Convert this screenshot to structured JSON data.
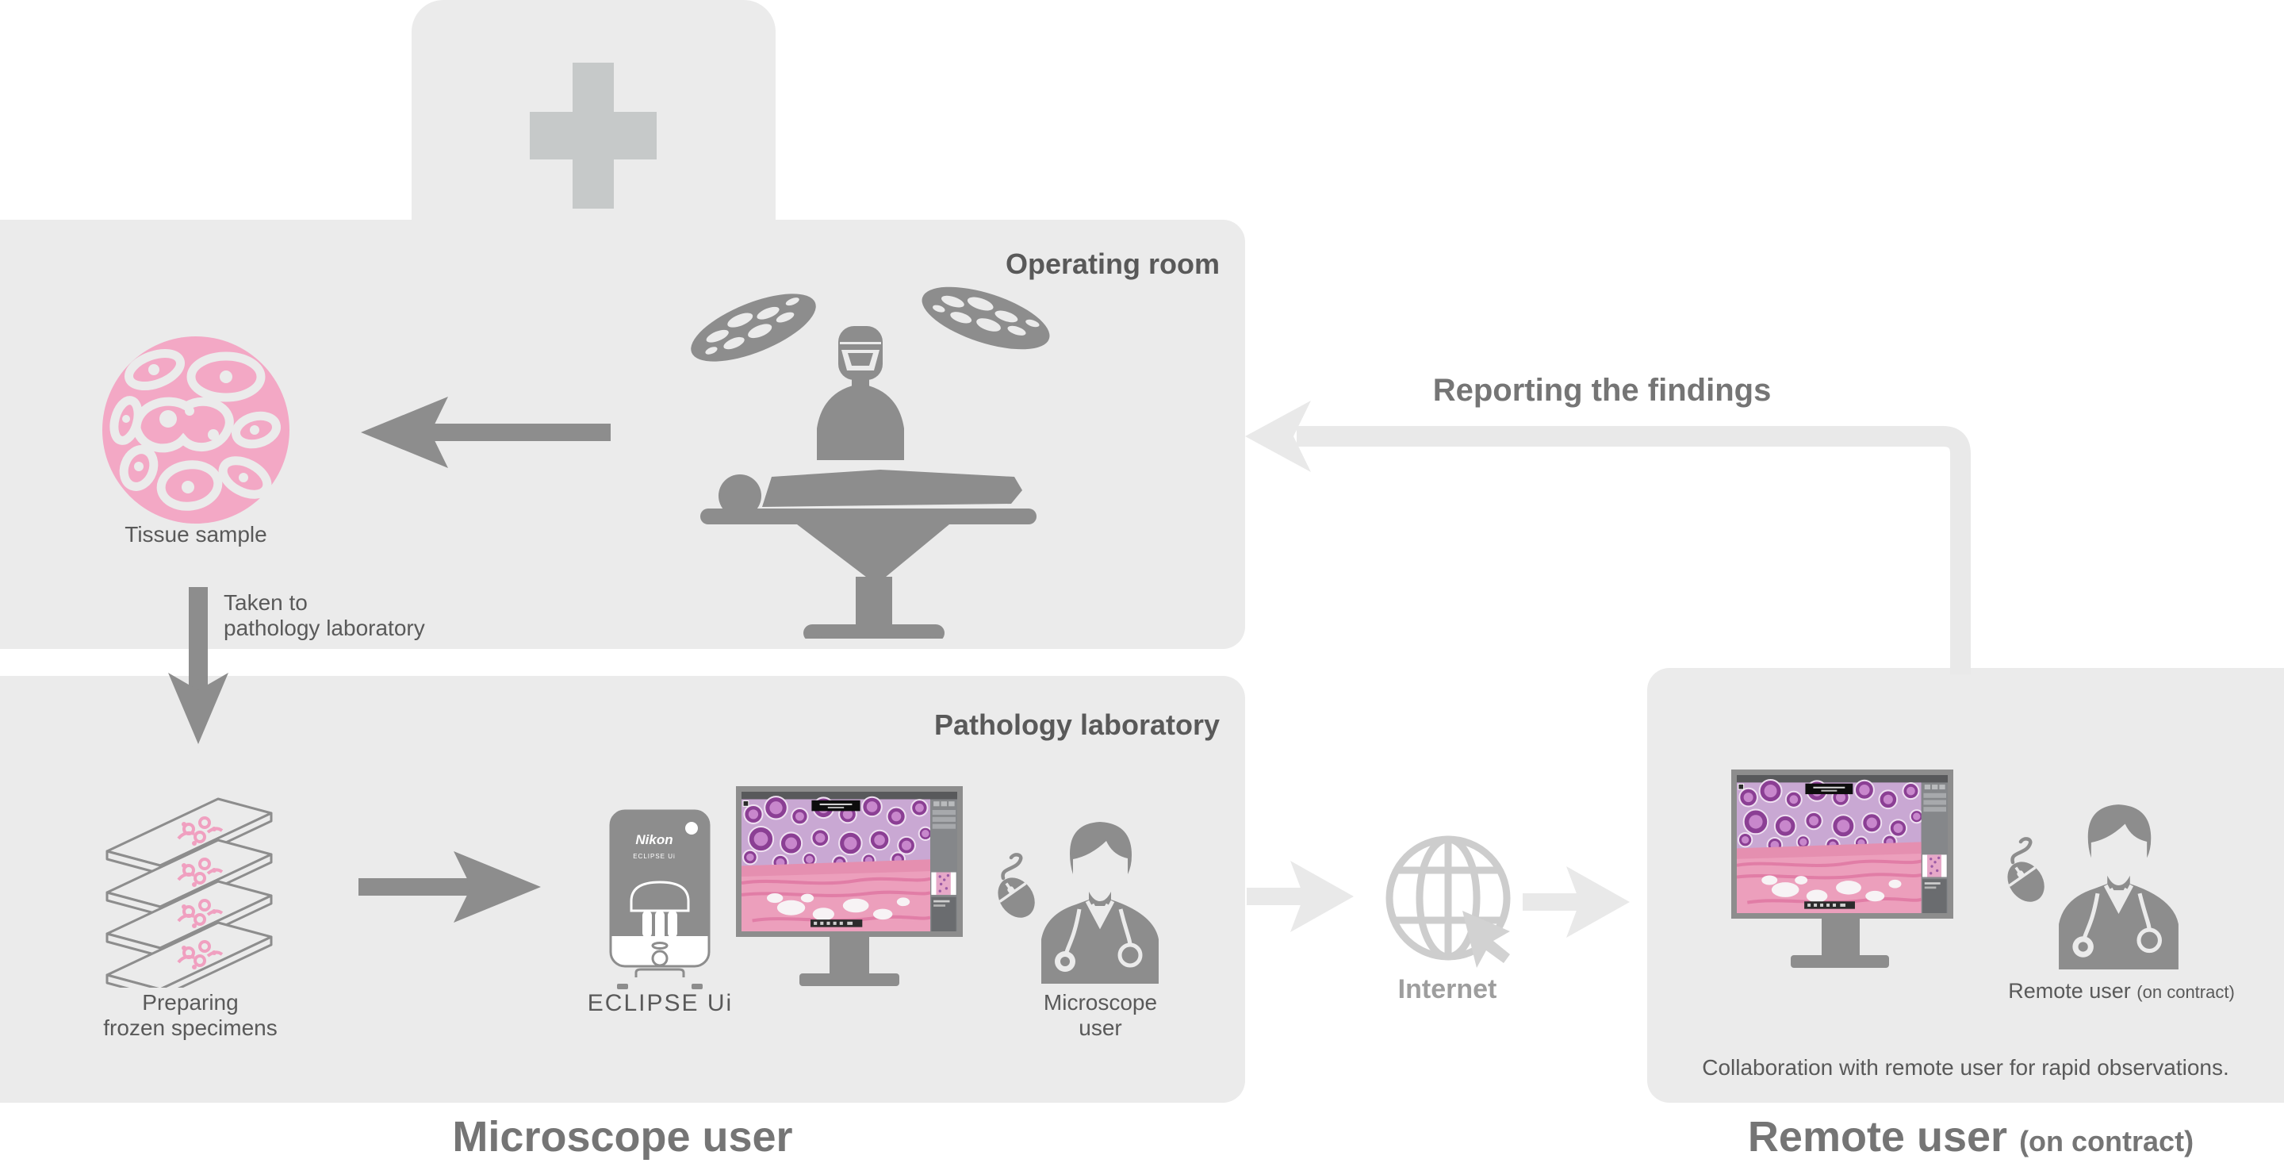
{
  "colors": {
    "background": "#ffffff",
    "panel": "#ebebeb",
    "icon_gray": "#8d8d8d",
    "cross_gray": "#c6c9c9",
    "text_dark": "#595959",
    "text_mid": "#757575",
    "light_arrow": "#e9e9e9",
    "tissue_pink": "#f3a8c5",
    "histology_purple": "#8b3f94",
    "histology_pink": "#ec9fbc"
  },
  "operating_room": {
    "header": "Operating room",
    "tissue_label": "Tissue sample",
    "transfer_line1": "Taken to",
    "transfer_line2": "pathology laboratory"
  },
  "pathology": {
    "header": "Pathology laboratory",
    "specimens_line1": "Preparing",
    "specimens_line2": "frozen specimens",
    "device_brand": "Nikon",
    "device_model": "ECLIPSE Ui",
    "device_label": "ECLIPSE Ui",
    "user_line1": "Microscope",
    "user_line2": "user"
  },
  "internet": {
    "label": "Internet"
  },
  "reporting": {
    "label": "Reporting the findings"
  },
  "remote": {
    "user_label": "Remote user",
    "contract_label": "(on contract)",
    "collaboration": "Collaboration with remote user for rapid observations."
  },
  "footer": {
    "microscope_user": "Microscope user",
    "remote_user": "Remote user",
    "remote_contract": "(on contract)"
  },
  "icons": {
    "hospital-cross": "plus shape",
    "surgical-lights": "two tilted oval lamps",
    "surgeon": "masked surgeon silhouette",
    "patient-table": "patient on operating table",
    "tissue-sample": "pink cell circle",
    "specimen-slides": "stack of four glass slides",
    "eclipse-ui-device": "microscope box device",
    "monitor": "display with histology image",
    "mouse": "computer mouse with cable",
    "doctor": "doctor with stethoscope",
    "globe": "internet globe with cursor",
    "arrow": "chevron-head arrow"
  }
}
